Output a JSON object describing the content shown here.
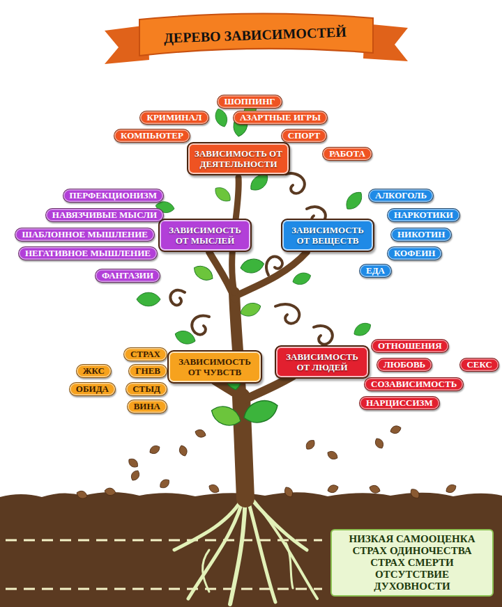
{
  "diagram": {
    "title": "ДЕРЕВО ЗАВИСИМОСТЕЙ",
    "nodes": [
      {
        "text": [
          "ЗАВИСИМОСТЬ ОТ ДЕЯТЕЛЬНОСТИ"
        ]
      },
      {
        "text": [
          "ШОППИНГ"
        ]
      },
      {
        "text": [
          "КРИМИНАЛ"
        ]
      },
      {
        "text": [
          "АЗАРТНЫЕ ИГРЫ"
        ]
      },
      {
        "text": [
          "КОМПЬЮТЕР"
        ]
      },
      {
        "text": [
          "СПОРТ"
        ]
      },
      {
        "text": [
          "РАБОТА"
        ]
      },
      {
        "text": [
          "ЗАВИСИМОСТЬ ОТ МЫСЛЕЙ"
        ]
      },
      {
        "text": [
          "ПЕРФЕКЦИОНИЗМ"
        ]
      },
      {
        "text": [
          "НАВЯЗЧИВЫЕ МЫСЛИ"
        ]
      },
      {
        "text": [
          "ШАБЛОННОЕ МЫШЛЕНИЕ"
        ]
      },
      {
        "text": [
          "НЕГАТИВНОЕ МЫШЛЕНИЕ"
        ]
      },
      {
        "text": [
          "ФАНТАЗИИ"
        ]
      },
      {
        "text": [
          "ЗАВИСИМОСТЬ ОТ ВЕЩЕСТВ"
        ]
      },
      {
        "text": [
          "АЛКОГОЛЬ"
        ]
      },
      {
        "text": [
          "НАРКОТИКИ"
        ]
      },
      {
        "text": [
          "НИКОТИН"
        ]
      },
      {
        "text": [
          "КОФЕИН"
        ]
      },
      {
        "text": [
          "ЕДА"
        ]
      },
      {
        "text": [
          "ЗАВИСИМОСТЬ ОТ ЧУВСТВ"
        ]
      },
      {
        "text": [
          "СТРАХ"
        ]
      },
      {
        "text": [
          "ЖКС"
        ]
      },
      {
        "text": [
          "ГНЕВ"
        ]
      },
      {
        "text": [
          "ОБИДА"
        ]
      },
      {
        "text": [
          "СТЫД"
        ]
      },
      {
        "text": [
          "ВИНА"
        ]
      },
      {
        "text": [
          "ЗАВИСИМОСТЬ ОТ ЛЮДЕЙ"
        ]
      },
      {
        "text": [
          "ОТНОШЕНИЯ"
        ]
      },
      {
        "text": [
          "ЛЮБОВЬ"
        ]
      },
      {
        "text": [
          "СЕКС"
        ]
      },
      {
        "text": [
          "СОЗАВИСИМОСТЬ"
        ]
      },
      {
        "text": [
          "НАРЦИССИЗМ"
        ]
      },
      {
        "text": [
          "НИЗКАЯ САМООЦЕНКА",
          "СТРАХ ОДИНОЧЕСТВА",
          "СТРАХ СМЕРТИ",
          "ОТСУТСТВИЕ ДУХОВНОСТИ"
        ]
      }
    ]
  }
}
